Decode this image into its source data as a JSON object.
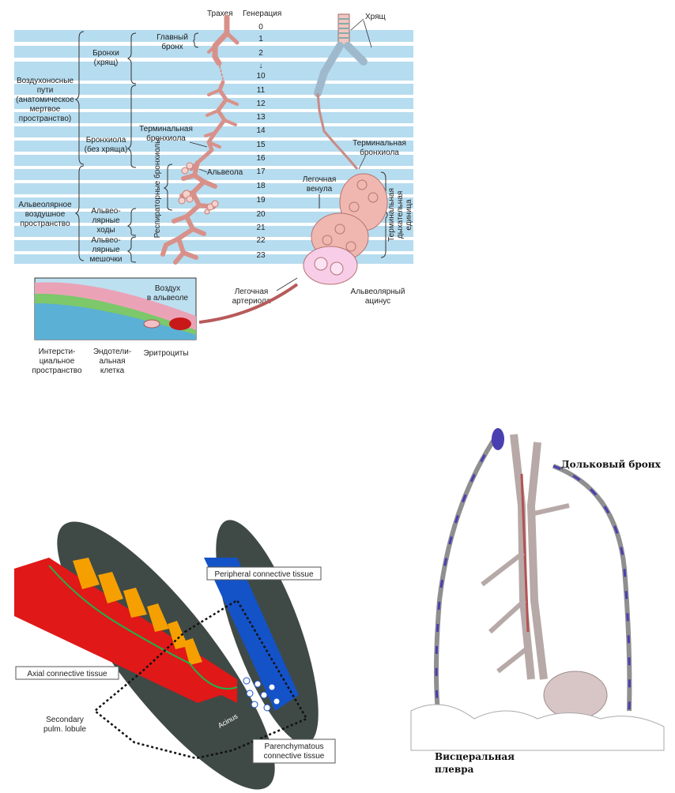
{
  "top": {
    "columns": {
      "trachea": "Трахея",
      "generation": "Генерация"
    },
    "generations": [
      "0",
      "1",
      "2",
      "↓",
      "10",
      "11",
      "12",
      "13",
      "14",
      "15",
      "16",
      "17",
      "18",
      "19",
      "20",
      "21",
      "22",
      "23"
    ],
    "zones": {
      "airways": [
        "Воздухоносные",
        "пути",
        "(анатомическое",
        "мертвое",
        "пространство)"
      ],
      "alveolar_space": [
        "Альвеолярное",
        "воздушное",
        "пространство"
      ]
    },
    "subzones": {
      "bronchi": [
        "Бронхи",
        "(хрящ)"
      ],
      "bronchioles": [
        "Бронхиола",
        "(без хряща)"
      ],
      "alveolar_ducts": [
        "Альвео-",
        "лярные",
        "ходы"
      ],
      "alveolar_sacs": [
        "Альвео-",
        "лярные",
        "мешочки"
      ],
      "resp_bronchioles": "Респираторные бронхиолы"
    },
    "labels": {
      "main_bronchus": [
        "Главный",
        "бронх"
      ],
      "terminal_bronchiole_left": [
        "Терминальная",
        "бронхиола"
      ],
      "alveola": "Альвеола",
      "cartilage": "Хрящ",
      "terminal_bronchiole_right": [
        "Терминальная",
        "бронхиола"
      ],
      "pulmonary_venule": [
        "Легочная",
        "венула"
      ],
      "terminal_resp_unit": [
        "Терминальная",
        "дыхательная",
        "единица"
      ],
      "pulmonary_arteriole": [
        "Легочная",
        "артериола"
      ],
      "alveolar_acinus": [
        "Альвеолярный",
        "ацинус"
      ]
    },
    "inset": {
      "air": [
        "Воздух",
        "в альвеоле"
      ],
      "interstitial": [
        "Интерсти-",
        "циальное",
        "пространство"
      ],
      "endothelial": [
        "Эндотели-",
        "альная",
        "клетка"
      ],
      "erythrocytes": "Эритроциты"
    }
  },
  "bottom_left": {
    "peripheral": "Peripheral connective tissue",
    "axial": "Axial connective tissue",
    "secondary": [
      "Secondary",
      "pulm. lobule"
    ],
    "acinus": "Acinus",
    "parenchymatous": [
      "Parenchymatous",
      "connective tissue"
    ]
  },
  "bottom_right": {
    "lobular_bronchus": "Дольковый бронх",
    "visceral_pleura": [
      "Висцеральная",
      "плевра"
    ]
  },
  "colors": {
    "band": "#b6dcef",
    "airway": "#f2b9b0",
    "red": "#e01818",
    "gray": "#3f4a46",
    "blue": "#1452c8",
    "orange": "#f5a000",
    "pleura": "#4a3fb0"
  }
}
